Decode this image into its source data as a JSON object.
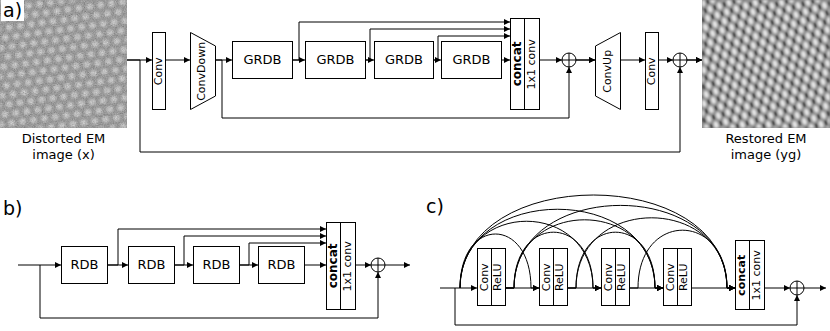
{
  "diagram": {
    "nodes": [
      {
        "text": [
          "Distorted EM image (x)"
        ]
      },
      {
        "text": [
          "Conv"
        ]
      },
      {
        "text": [
          "ConvDown"
        ]
      },
      {
        "text": [
          "GRDB"
        ]
      },
      {
        "text": [
          "GRDB"
        ]
      },
      {
        "text": [
          "GRDB"
        ]
      },
      {
        "text": [
          "GRDB"
        ]
      },
      {
        "text": [
          "concat"
        ]
      },
      {
        "text": [
          "1x1 conv"
        ]
      },
      {
        "text": [
          "ConvUp"
        ]
      },
      {
        "text": [
          "Conv"
        ]
      },
      {
        "text": [
          "Restored EM image (yg)"
        ]
      },
      {
        "text": [
          "RDB"
        ]
      },
      {
        "text": [
          "RDB"
        ]
      },
      {
        "text": [
          "RDB"
        ]
      },
      {
        "text": [
          "RDB"
        ]
      },
      {
        "text": [
          "concat"
        ]
      },
      {
        "text": [
          "1x1 conv"
        ]
      },
      {
        "text": [
          "Conv"
        ]
      },
      {
        "text": [
          "ReLU"
        ]
      },
      {
        "text": [
          "Conv"
        ]
      },
      {
        "text": [
          "ReLU"
        ]
      },
      {
        "text": [
          "Conv"
        ]
      },
      {
        "text": [
          "ReLU"
        ]
      },
      {
        "text": [
          "Conv"
        ]
      },
      {
        "text": [
          "ReLU"
        ]
      },
      {
        "text": [
          "concat"
        ]
      },
      {
        "text": [
          "1x1 conv"
        ]
      }
    ],
    "edges": [
      {
        "from": 0,
        "to": 1,
        "arrow": "to"
      },
      {
        "from": 1,
        "to": 2,
        "arrow": "to"
      },
      {
        "from": 2,
        "to": 3,
        "arrow": "to"
      },
      {
        "from": 3,
        "to": 4,
        "arrow": "to"
      },
      {
        "from": 4,
        "to": 5,
        "arrow": "to"
      },
      {
        "from": 5,
        "to": 6,
        "arrow": "to"
      },
      {
        "from": 6,
        "to": 7,
        "arrow": "to"
      },
      {
        "from": 3,
        "to": 7,
        "arrow": "to"
      },
      {
        "from": 4,
        "to": 7,
        "arrow": "to"
      },
      {
        "from": 5,
        "to": 7,
        "arrow": "to"
      },
      {
        "from": 8,
        "to": 9,
        "arrow": "to"
      },
      {
        "from": 2,
        "to": 9,
        "arrow": "to"
      },
      {
        "from": 9,
        "to": 10,
        "arrow": "to"
      },
      {
        "from": 10,
        "to": 11,
        "arrow": "to"
      },
      {
        "from": 0,
        "to": 11,
        "arrow": "to"
      },
      {
        "from": 12,
        "to": 13,
        "arrow": "to"
      },
      {
        "from": 13,
        "to": 14,
        "arrow": "to"
      },
      {
        "from": 14,
        "to": 15,
        "arrow": "to"
      },
      {
        "from": 15,
        "to": 16,
        "arrow": "to"
      },
      {
        "from": 12,
        "to": 16,
        "arrow": "to"
      },
      {
        "from": 13,
        "to": 16,
        "arrow": "to"
      },
      {
        "from": 14,
        "to": 16,
        "arrow": "to"
      },
      {
        "from": 19,
        "to": 20,
        "arrow": "to"
      },
      {
        "from": 21,
        "to": 22,
        "arrow": "to"
      },
      {
        "from": 23,
        "to": 24,
        "arrow": "to"
      },
      {
        "from": 25,
        "to": 26,
        "arrow": "to"
      },
      {
        "from": 19,
        "to": 22,
        "arrow": "to"
      },
      {
        "from": 19,
        "to": 24,
        "arrow": "to"
      },
      {
        "from": 19,
        "to": 26,
        "arrow": "to"
      },
      {
        "from": 21,
        "to": 24,
        "arrow": "to"
      },
      {
        "from": 21,
        "to": 26,
        "arrow": "to"
      },
      {
        "from": 23,
        "to": 26,
        "arrow": "to"
      }
    ],
    "labels": [
      "a)",
      "b)",
      "c)"
    ]
  }
}
